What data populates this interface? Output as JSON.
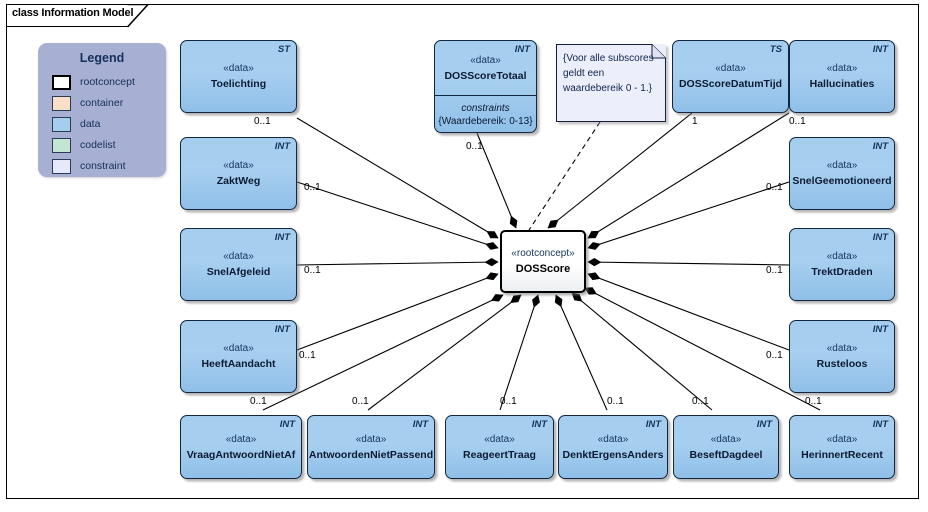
{
  "frame": {
    "tab_label": "class Information Model"
  },
  "legend": {
    "title": "Legend",
    "items": [
      {
        "label": "rootconcept",
        "color": "#ffffff"
      },
      {
        "label": "container",
        "color": "#fadfc8"
      },
      {
        "label": "data",
        "color": "#a5cdee"
      },
      {
        "label": "codelist",
        "color": "#c3e6d2"
      },
      {
        "label": "constraint",
        "color": "#e7e9fb"
      }
    ]
  },
  "root_concept": {
    "stereotype": "«rootconcept»",
    "name": "DOSScore"
  },
  "note": {
    "text": "{Voor alle subscores geldt een waardebereik 0 - 1.}"
  },
  "stereotype_data": "«data»",
  "constraint_compartment": {
    "title": "constraints",
    "items": [
      "{Waardebereik: 0-13}"
    ]
  },
  "classes": [
    {
      "name": "Toelichting",
      "stereotype": "«data»",
      "type": "ST",
      "multiplicity": "0..1"
    },
    {
      "name": "ZaktWeg",
      "stereotype": "«data»",
      "type": "INT",
      "multiplicity": "0..1"
    },
    {
      "name": "SnelAfgeleid",
      "stereotype": "«data»",
      "type": "INT",
      "multiplicity": "0..1"
    },
    {
      "name": "HeeftAandacht",
      "stereotype": "«data»",
      "type": "INT",
      "multiplicity": "0..1"
    },
    {
      "name": "DOSScoreTotaal",
      "stereotype": "«data»",
      "type": "INT",
      "multiplicity": "0..1"
    },
    {
      "name": "DOSScoreDatumTijd",
      "stereotype": "«data»",
      "type": "TS",
      "multiplicity": "1"
    },
    {
      "name": "Hallucinaties",
      "stereotype": "«data»",
      "type": "INT",
      "multiplicity": "0..1"
    },
    {
      "name": "SnelGeemotioneerd",
      "stereotype": "«data»",
      "type": "INT",
      "multiplicity": "0..1"
    },
    {
      "name": "TrektDraden",
      "stereotype": "«data»",
      "type": "INT",
      "multiplicity": "0..1"
    },
    {
      "name": "Rusteloos",
      "stereotype": "«data»",
      "type": "INT",
      "multiplicity": "0..1"
    },
    {
      "name": "VraagAntwoordNietAf",
      "stereotype": "«data»",
      "type": "INT",
      "multiplicity": "0..1"
    },
    {
      "name": "AntwoordenNietPassend",
      "stereotype": "«data»",
      "type": "INT",
      "multiplicity": "0..1"
    },
    {
      "name": "ReageertTraag",
      "stereotype": "«data»",
      "type": "INT",
      "multiplicity": "0..1"
    },
    {
      "name": "DenktErgensAnders",
      "stereotype": "«data»",
      "type": "INT",
      "multiplicity": "0..1"
    },
    {
      "name": "BeseftDagdeel",
      "stereotype": "«data»",
      "type": "INT",
      "multiplicity": "0..1"
    },
    {
      "name": "HerinnertRecent",
      "stereotype": "«data»",
      "type": "INT",
      "multiplicity": "0..1"
    }
  ]
}
